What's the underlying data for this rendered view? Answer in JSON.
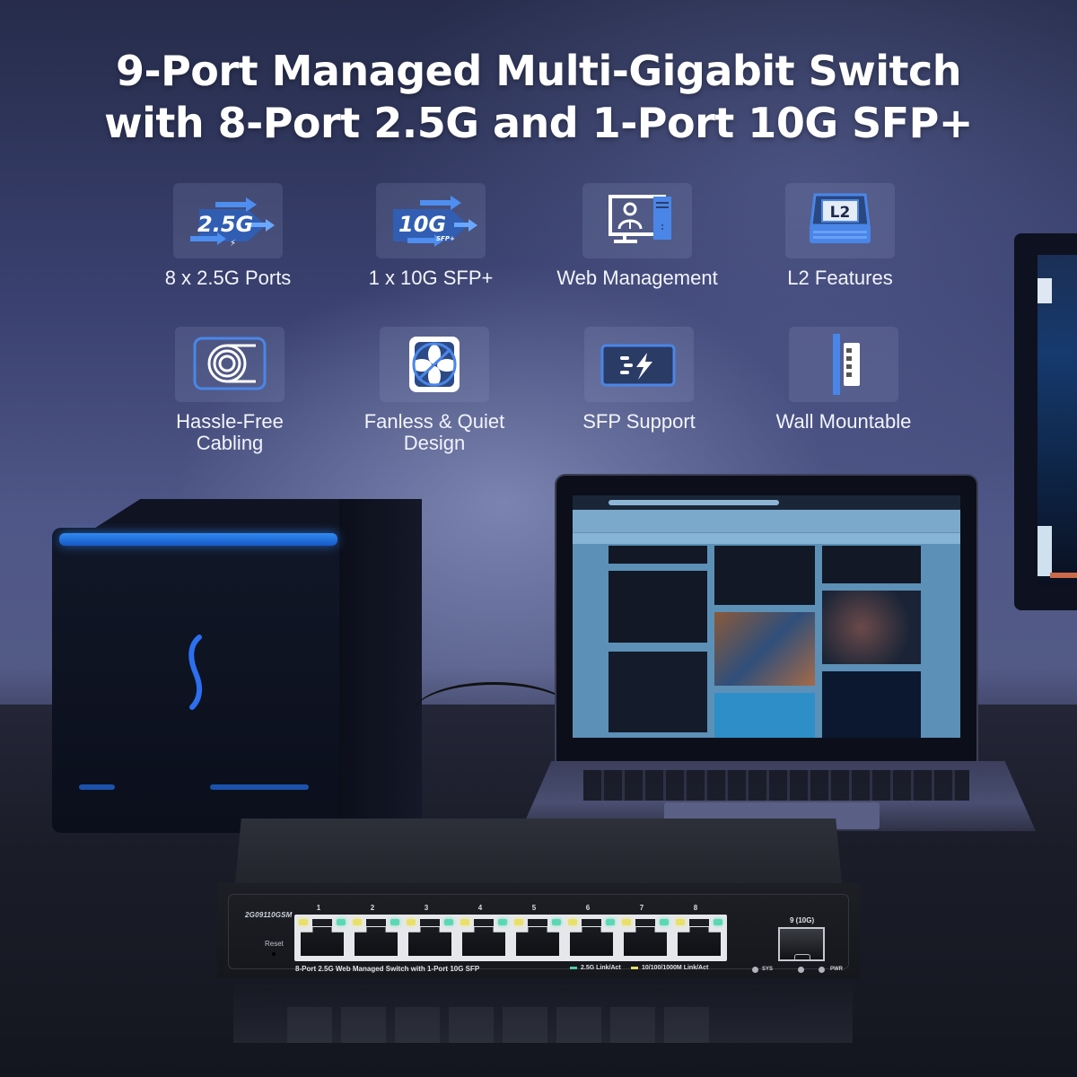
{
  "headline": {
    "line1": "9-Port Managed Multi-Gigabit Switch",
    "line2": "with 8-Port 2.5G and 1-Port 10G SFP+"
  },
  "features": [
    {
      "label": "8 x 2.5G Ports",
      "icon": "speed-2-5g-icon",
      "icon_text": "2.5G"
    },
    {
      "label": "1 x 10G SFP+",
      "icon": "speed-10g-sfp-icon",
      "icon_text": "10G",
      "icon_subtext": "SFP+"
    },
    {
      "label": "Web Management",
      "icon": "web-management-computer-icon"
    },
    {
      "label": "L2 Features",
      "icon": "l2-switch-icon",
      "icon_text": "L2"
    },
    {
      "label_line1": "Hassle-Free",
      "label_line2": "Cabling",
      "icon": "cable-coil-icon"
    },
    {
      "label_line1": "Fanless & Quiet",
      "label_line2": "Design",
      "icon": "no-fan-icon"
    },
    {
      "label": "SFP Support",
      "icon": "sfp-module-icon"
    },
    {
      "label": "Wall Mountable",
      "icon": "wall-mount-icon"
    }
  ],
  "switch": {
    "model": "2G09110GSM",
    "reset_label": "Reset",
    "port_numbers": [
      "1",
      "2",
      "3",
      "4",
      "5",
      "6",
      "7",
      "8"
    ],
    "caption": "8-Port 2.5G Web Managed Switch with 1-Port 10G SFP",
    "legend": [
      {
        "label": "2.5G Link/Act",
        "color": "#4fc9a6"
      },
      {
        "label": "10/100/1000M Link/Act",
        "color": "#e2dc6a"
      }
    ],
    "sfp_label": "9 (10G)",
    "status_leds": [
      "SYS",
      "PWR"
    ]
  },
  "colors": {
    "accent_blue": "#4a86e8",
    "tile_bg": "rgba(150,160,200,0.18)",
    "text_white": "#ffffff"
  }
}
